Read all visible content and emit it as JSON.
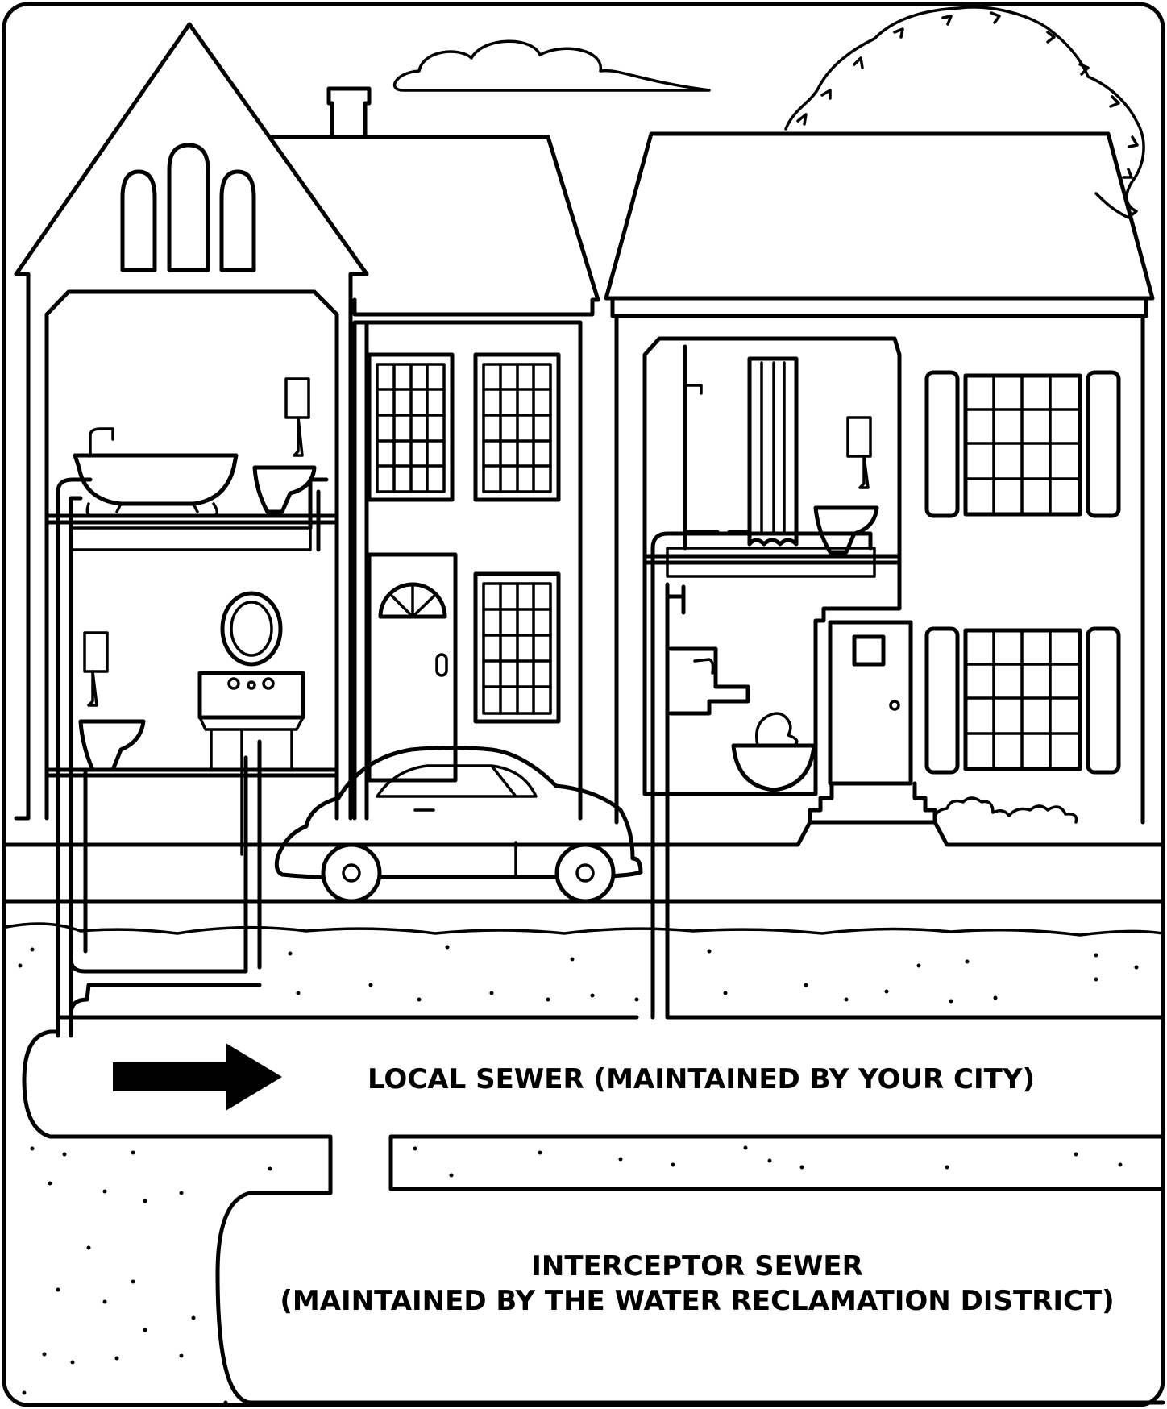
{
  "labels": {
    "local_sewer": "LOCAL SEWER (MAINTAINED BY YOUR CITY)",
    "interceptor_line1": "INTERCEPTOR SEWER",
    "interceptor_line2": "(MAINTAINED BY THE WATER RECLAMATION DISTRICT)"
  },
  "colors": {
    "line": "#000000",
    "background": "#ffffff"
  },
  "icons": {
    "flow_direction": "arrow-right-icon"
  }
}
